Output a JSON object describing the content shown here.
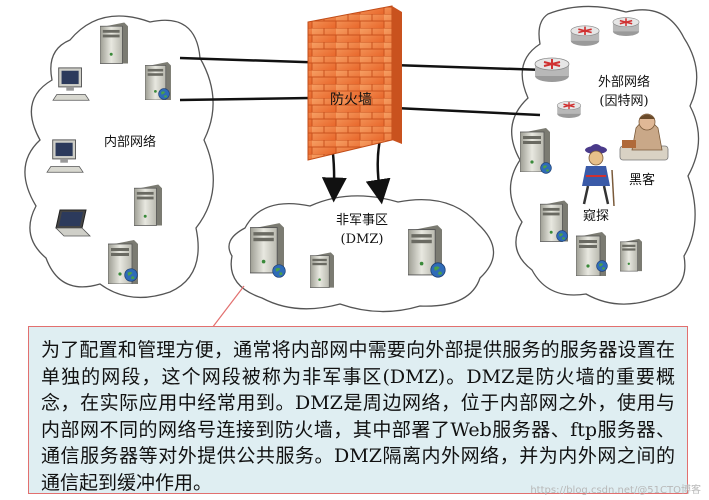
{
  "labels": {
    "firewall": "防火墙",
    "internal": "内部网络",
    "dmz_line1": "非军事区",
    "dmz_line2": "(DMZ)",
    "external_line1": "外部网络",
    "external_line2": "(因特网)",
    "hacker": "黑客",
    "spy": "窥探"
  },
  "caption": "为了配置和管理方便，通常将内部网中需要向外部提供服务的服务器设置在单独的网段，这个网段被称为非军事区(DMZ)。DMZ是防火墙的重要概念，在实际应用中经常用到。DMZ是周边网络，位于内部网之外，使用与内部网不同的网络号连接到防火墙，其中部署了Web服务器、ftp服务器、通信服务器等对外提供公共服务。DMZ隔离内外网络，并为内外网之间的通信起到缓冲作用。",
  "watermark": "https://blog.csdn.net/@51CTO博客",
  "colors": {
    "firewall": "#f07a3c",
    "caption_bg": "#dfeef2",
    "caption_border": "#e2706f",
    "cloud_stroke": "#555555",
    "router": "#d03030"
  },
  "icons": [
    "server-icon",
    "workstation-icon",
    "laptop-icon",
    "router-icon",
    "hacker-icon",
    "spy-icon",
    "firewall-icon"
  ]
}
